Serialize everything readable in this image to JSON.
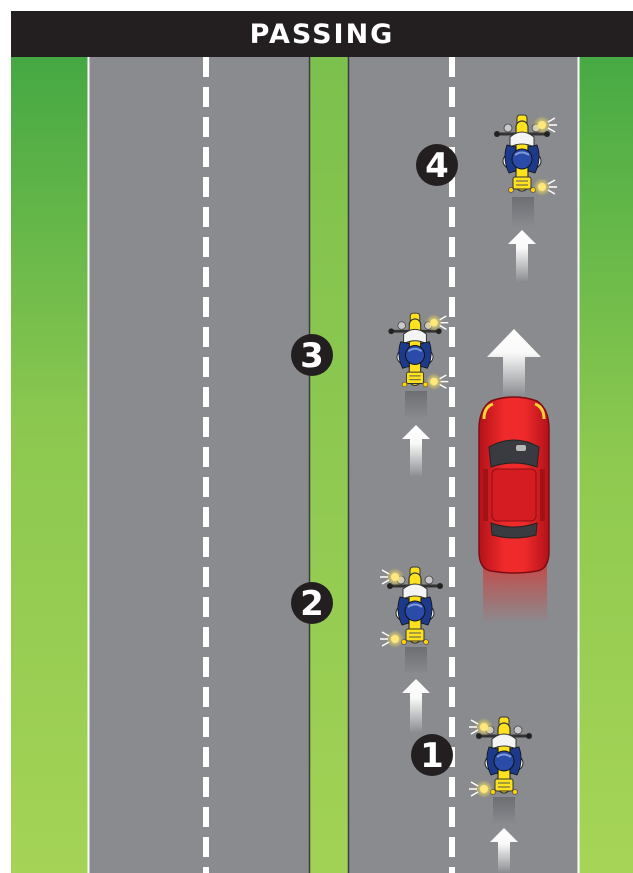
{
  "title": "PASSING",
  "colors": {
    "title_bar": "#231f20",
    "title_text": "#ffffff",
    "grass_edge": "#4fb045",
    "grass_light": "#9fd052",
    "road": "#8a8b8f",
    "lane_marking": "#ffffff",
    "car": "#e1191d",
    "motorcycle": "#ffe21e",
    "rider_helmet": "#1d3a8a",
    "arrow": "#ffffff",
    "badge": "#231f20"
  },
  "steps": [
    {
      "number": "1",
      "label": "motorcycle-position-1"
    },
    {
      "number": "2",
      "label": "motorcycle-position-2"
    },
    {
      "number": "3",
      "label": "motorcycle-position-3"
    },
    {
      "number": "4",
      "label": "motorcycle-position-4"
    }
  ]
}
